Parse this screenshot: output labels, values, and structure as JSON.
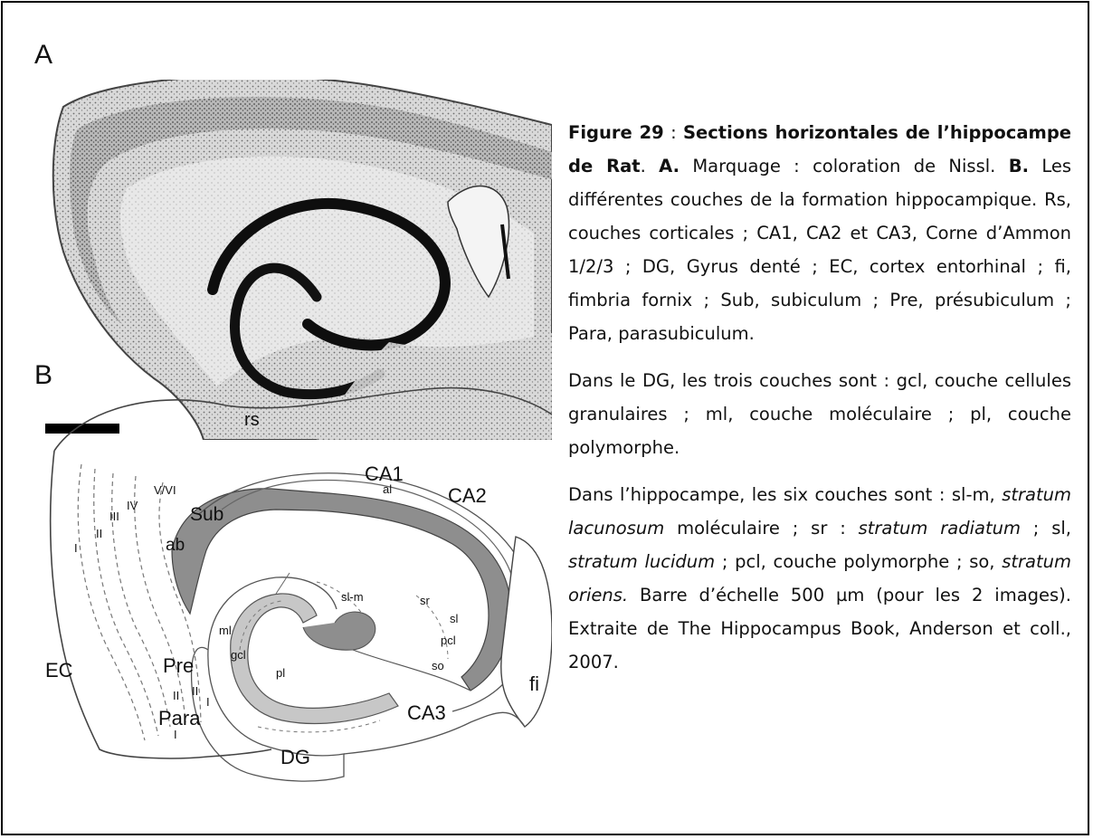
{
  "panels": {
    "a_letter": "A",
    "b_letter": "B"
  },
  "diagram_labels": {
    "rs": "rs",
    "CA1": "CA1",
    "CA2": "CA2",
    "CA3": "CA3",
    "al": "al",
    "Sub": "Sub",
    "ab": "ab",
    "V/VI": "V/VI",
    "IV": "IV",
    "III": "III",
    "II": "II",
    "I": "I",
    "EC": "EC",
    "Pre": "Pre",
    "Para": "Para",
    "II_pre": "II",
    "II_para": "II",
    "I_pre": "I",
    "I_para": "I",
    "ml": "ml",
    "gcl": "gcl",
    "pl": "pl",
    "DG": "DG",
    "sl-m": "sl-m",
    "sr": "sr",
    "sl": "sl",
    "pcl": "pcl",
    "so": "so",
    "fi": "fi"
  },
  "caption": {
    "fig_label": "Figure 29",
    "colon": " : ",
    "fig_title": "Sections horizontales de l’hippocampe de Rat",
    "dot": ". ",
    "a_label": "A.",
    "a_text": " Marquage : coloration de Nissl. ",
    "b_label": "B.",
    "b_text": " Les différentes couches de la formation hippocampique. Rs, couches corticales ; CA1, CA2 et CA3, Corne d’Ammon 1/2/3 ; DG, Gyrus denté ; EC, cortex entorhinal ; fi, fimbria fornix ; Sub, subiculum ; Pre, présubiculum ; Para, parasubiculum.",
    "para2": "Dans le DG, les trois couches sont : gcl, couche cellules granulaires ; ml, couche moléculaire ; pl, couche polymorphe.",
    "p3_a": "Dans l’hippocampe, les six couches sont : sl-m, ",
    "p3_i1": "stratum lacunosum",
    "p3_b": " moléculaire ; sr : ",
    "p3_i2": "stratum radiatum",
    "p3_c": " ; sl, ",
    "p3_i3": "stratum lucidum",
    "p3_d": " ; pcl, couche polymorphe ; so, ",
    "p3_i4": "stratum oriens.",
    "p3_e": " Barre d’échelle 500 µm (pour les 2 images). Extraite de The Hippocampus Book, Anderson et coll., 2007."
  }
}
